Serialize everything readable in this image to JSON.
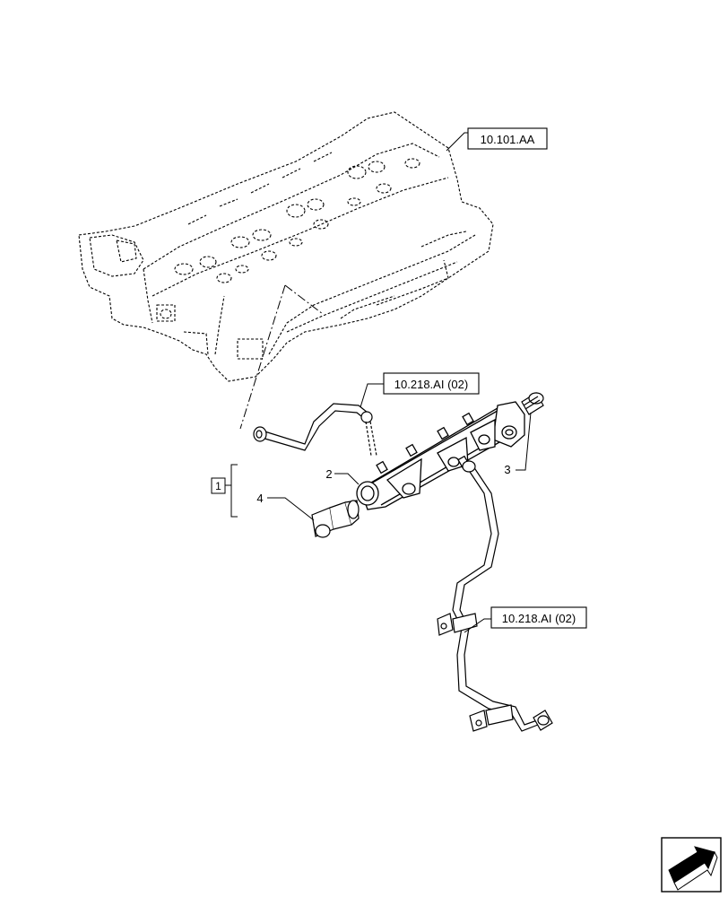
{
  "references": {
    "cylinder_head": "10.101.AA",
    "pipe_upper": "10.218.AI (02)",
    "pipe_lower": "10.218.AI (02)"
  },
  "callouts": {
    "assembly": "1",
    "rail": "2",
    "plug": "3",
    "sensor": "4"
  },
  "icons": {
    "nav": "arrow-next-page-icon"
  }
}
